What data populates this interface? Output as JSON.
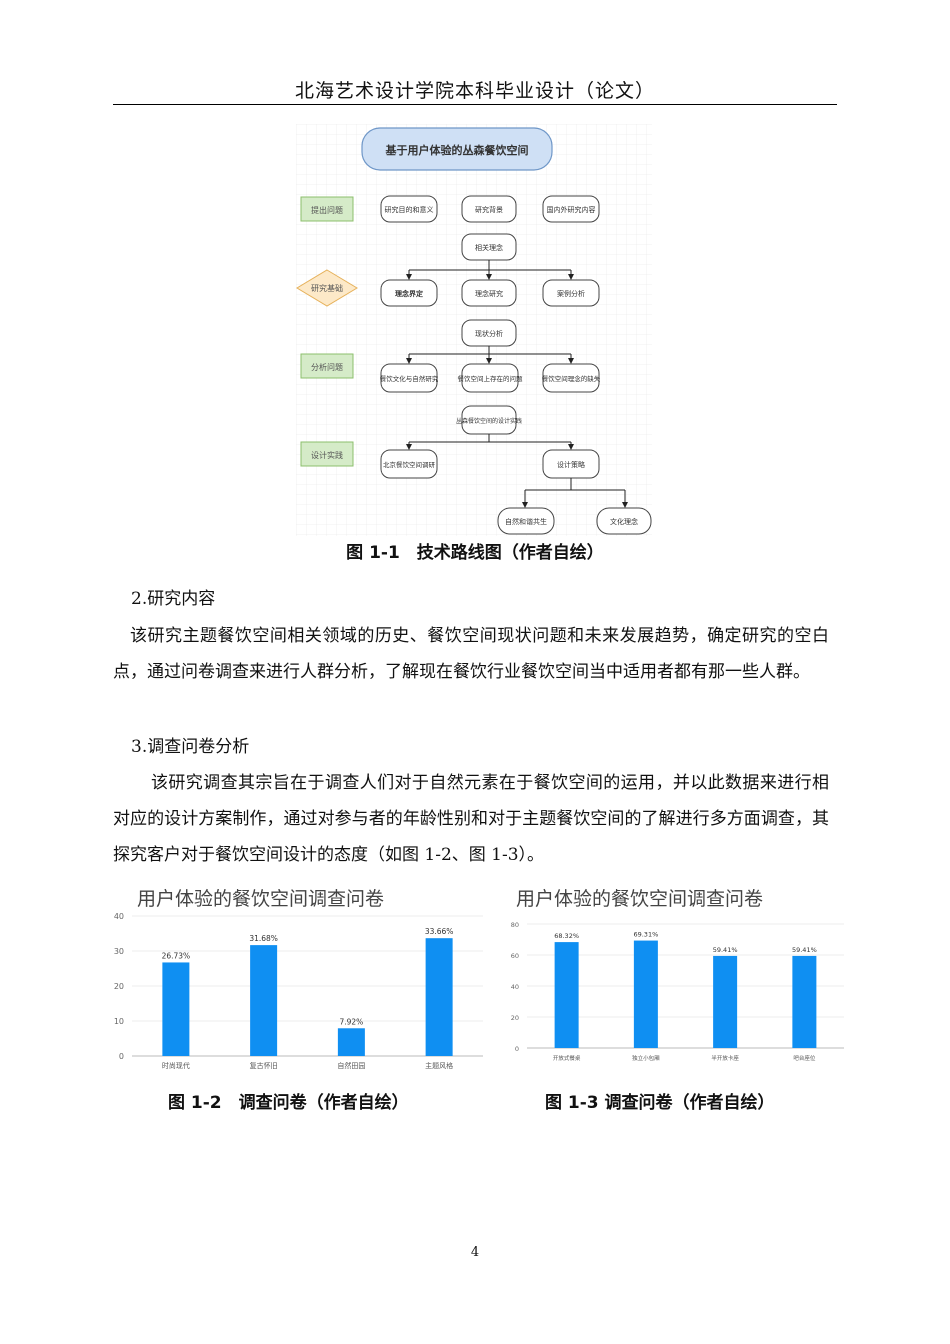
{
  "header": "北海艺术设计学院本科毕业设计（论文）",
  "flowchart": {
    "title": "基于用户体验的丛森餐饮空间",
    "stages": [
      "提出问题",
      "研究基础",
      "分析问题",
      "设计实践"
    ],
    "row1": [
      "研究目的和意义",
      "研究背景",
      "国内外研究内容"
    ],
    "hub1": "相关理念",
    "row2": [
      "理念界定",
      "理念研究",
      "案例分析"
    ],
    "hub2": "现状分析",
    "row3": [
      "餐饮文化与自然研究",
      "餐饮空间上存在的问题",
      "餐饮空间理念的缺失"
    ],
    "hub3": "丛森餐饮空间的设计实践",
    "row4": [
      "北京餐饮空间调研",
      "设计策略"
    ],
    "row5": [
      "自然和谐共生",
      "文化理念"
    ]
  },
  "captions": {
    "fig1": "图 1-1　技术路线图（作者自绘）",
    "fig2": "图 1-2　调查问卷（作者自绘）",
    "fig3": "图 1-3 调查问卷（作者自绘）"
  },
  "sections": {
    "s2_title": "2.研究内容",
    "s2_body": "该研究主题餐饮空间相关领域的历史、餐饮空间现状问题和未来发展趋势，确定研究的空白点，通过问卷调查来进行人群分析，了解现在餐饮行业餐饮空间当中适用者都有那一些人群。",
    "s3_title": "3.调查问卷分析",
    "s3_body": "该研究调查其宗旨在于调查人们对于自然元素在于餐饮空间的运用，并以此数据来进行相对应的设计方案制作，通过对参与者的年龄性别和对于主题餐饮空间的了解进行多方面调查，其探究客户对于餐饮空间设计的态度（如图 1-2、图 1-3）。"
  },
  "page_number": "4",
  "chart_data": [
    {
      "type": "bar",
      "title": "用户体验的餐饮空间调查问卷",
      "categories": [
        "时尚现代",
        "复古怀旧",
        "自然田园",
        "主题风格"
      ],
      "values": [
        26.73,
        31.68,
        7.92,
        33.66
      ],
      "labels": [
        "26.73%",
        "31.68%",
        "7.92%",
        "33.66%"
      ],
      "ylim": [
        0,
        40
      ],
      "yticks": [
        "0",
        "10",
        "20",
        "30",
        "40"
      ],
      "color": "#0f8ff2"
    },
    {
      "type": "bar",
      "title": "用户体验的餐饮空间调查问卷",
      "categories": [
        "开放式餐桌",
        "独立小包厢",
        "半开放卡座",
        "吧台座位"
      ],
      "values": [
        68.32,
        69.31,
        59.41,
        59.41
      ],
      "labels": [
        "68.32%",
        "69.31%",
        "59.41%",
        "59.41%"
      ],
      "ylim": [
        0,
        80
      ],
      "yticks": [
        "0",
        "20",
        "40",
        "60",
        "80"
      ],
      "color": "#0f8ff2"
    }
  ]
}
